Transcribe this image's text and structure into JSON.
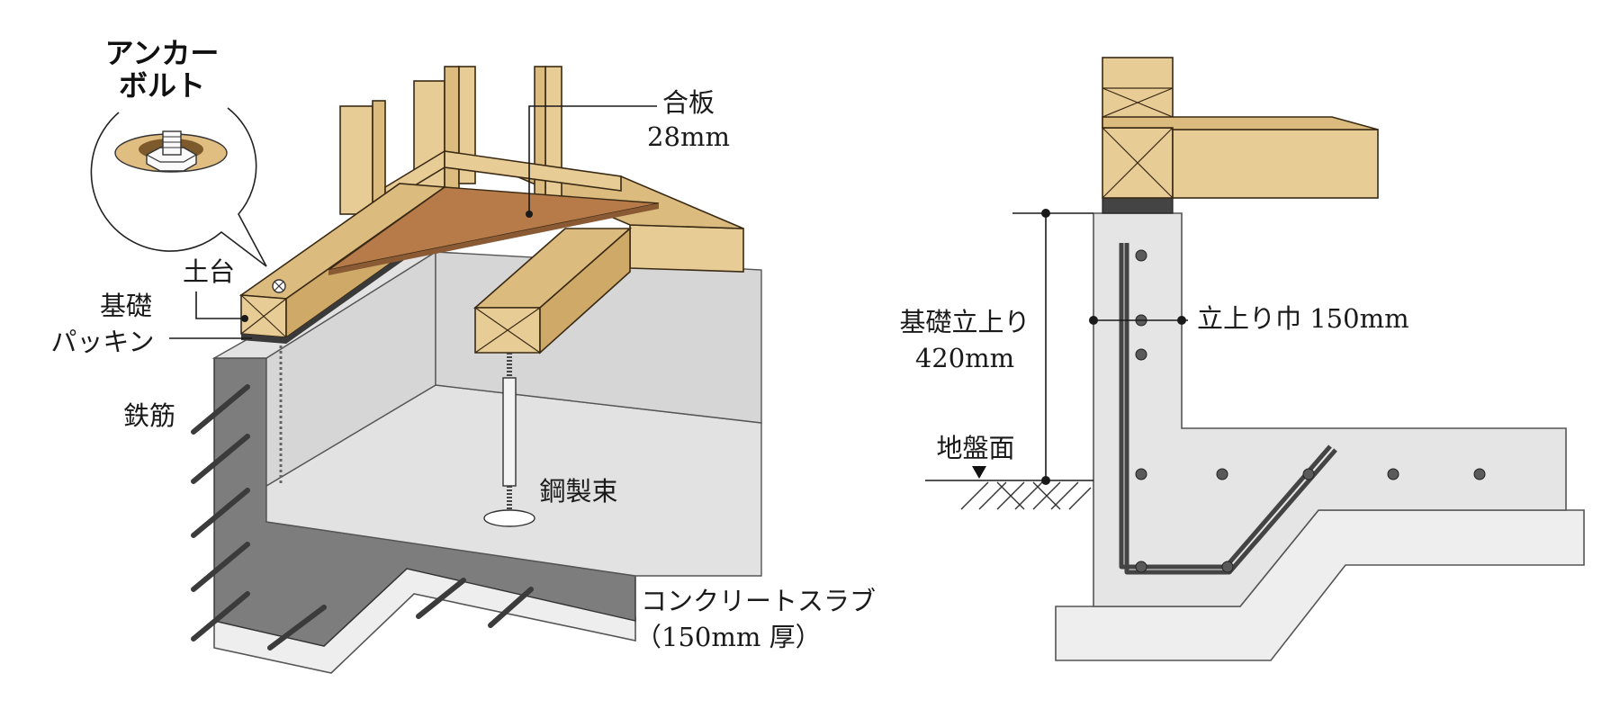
{
  "left_diagram": {
    "callout_title_line1": "アンカー",
    "callout_title_line2": "ボルト",
    "plywood_line1": "合板",
    "plywood_line2": "28mm",
    "sill": "土台",
    "packing_line1": "基礎",
    "packing_line2": "パッキン",
    "rebar": "鉄筋",
    "steel_post": "鋼製束",
    "slab_line1": "コンクリートスラブ",
    "slab_line2": "（150mm 厚）"
  },
  "right_diagram": {
    "rise_line1": "基礎立上り",
    "rise_line2": "420mm",
    "width": "立上り巾 150mm",
    "ground": "地盤面"
  }
}
